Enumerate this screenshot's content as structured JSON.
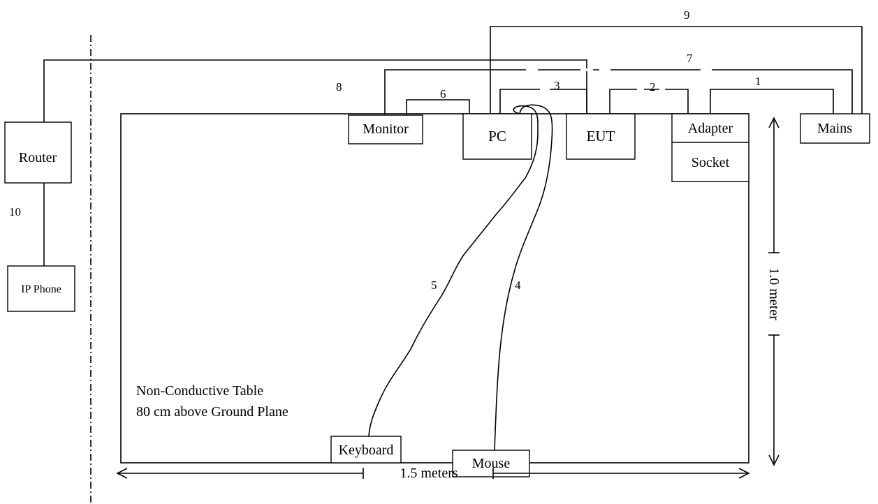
{
  "devices": {
    "router": "Router",
    "ip_phone": "IP Phone",
    "monitor": "Monitor",
    "pc": "PC",
    "eut": "EUT",
    "adapter": "Adapter",
    "socket": "Socket",
    "mains": "Mains",
    "keyboard": "Keyboard",
    "mouse": "Mouse"
  },
  "cables": {
    "c1": "1",
    "c2": "2",
    "c3": "3",
    "c4": "4",
    "c5": "5",
    "c6": "6",
    "c7": "7",
    "c8": "8",
    "c9": "9",
    "c10": "10"
  },
  "table_note": {
    "line1": "Non-Conductive Table",
    "line2": "80 cm above Ground Plane"
  },
  "dimensions": {
    "width": "1.5 meters",
    "height": "1.0 meter"
  }
}
